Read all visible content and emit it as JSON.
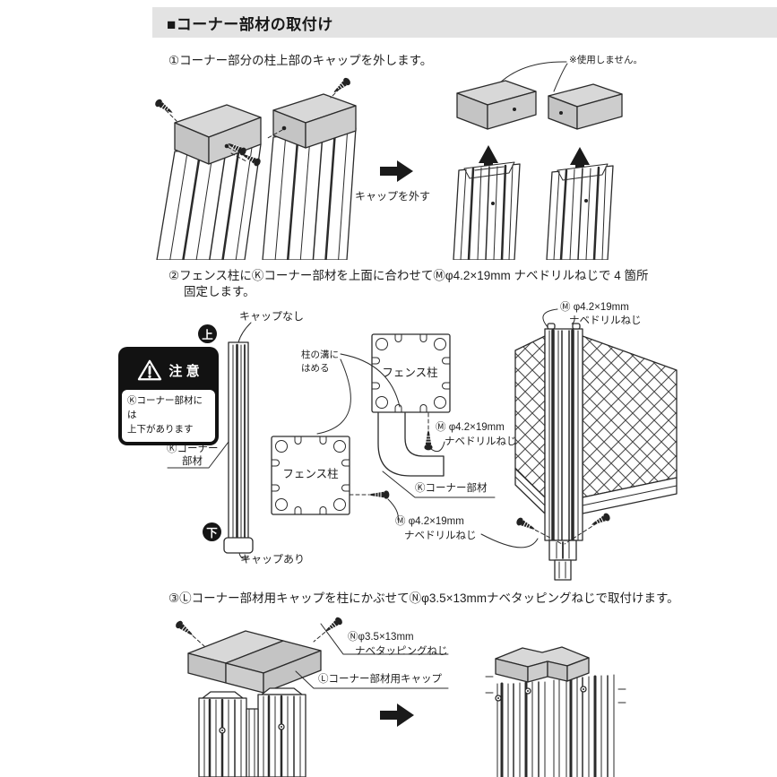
{
  "header": {
    "title": "■コーナー部材の取付け"
  },
  "step1": {
    "text": "①コーナー部分の柱上部のキャップを外します。",
    "note_not_used": "※使用しません。",
    "arrow_caption": "キャップを外す"
  },
  "step2": {
    "text_line1": "②フェンス柱にⓀコーナー部材を上面に合わせてⓂφ4.2×19mm ナベドリルねじで 4 箇所",
    "text_line2": "固定します。",
    "caution": {
      "title": "注 意",
      "line1": "Ⓚコーナー部材には",
      "line2": "上下があります"
    },
    "labels": {
      "cap_none": "キャップなし",
      "up": "上",
      "down": "下",
      "cap_yes": "キャップあり",
      "corner_part_line1": "Ⓚコーナー",
      "corner_part_line2": "部材",
      "groove_line1": "柱の溝に",
      "groove_line2": "はめる",
      "fence_post_upper": "フェンス柱",
      "fence_post_lower": "フェンス柱",
      "screw_m1_line1": "Ⓜ φ4.2×19mm",
      "screw_m1_line2": "ナベドリルねじ",
      "corner_part": "Ⓚコーナー部材",
      "screw_m2_line1": "Ⓜ φ4.2×19mm",
      "screw_m2_line2": "ナベドリルねじ",
      "screw_m3_line1": "Ⓜ φ4.2×19mm",
      "screw_m3_line2": "ナベドリルねじ"
    }
  },
  "step3": {
    "text": "③Ⓛコーナー部材用キャップを柱にかぶせてⓃφ3.5×13mmナベタッピングねじで取付けます。",
    "labels": {
      "screw_n_line1": "Ⓝφ3.5×13mm",
      "screw_n_line2": "ナベタッピングねじ",
      "cap": "Ⓛコーナー部材用キャップ"
    }
  },
  "colors": {
    "header_bg": "#e3e3e3",
    "ink": "#2b2b2b",
    "cap_gray": "#c4c4c4",
    "cap_gray_light": "#d8d8d8",
    "caution_bg": "#121212"
  }
}
